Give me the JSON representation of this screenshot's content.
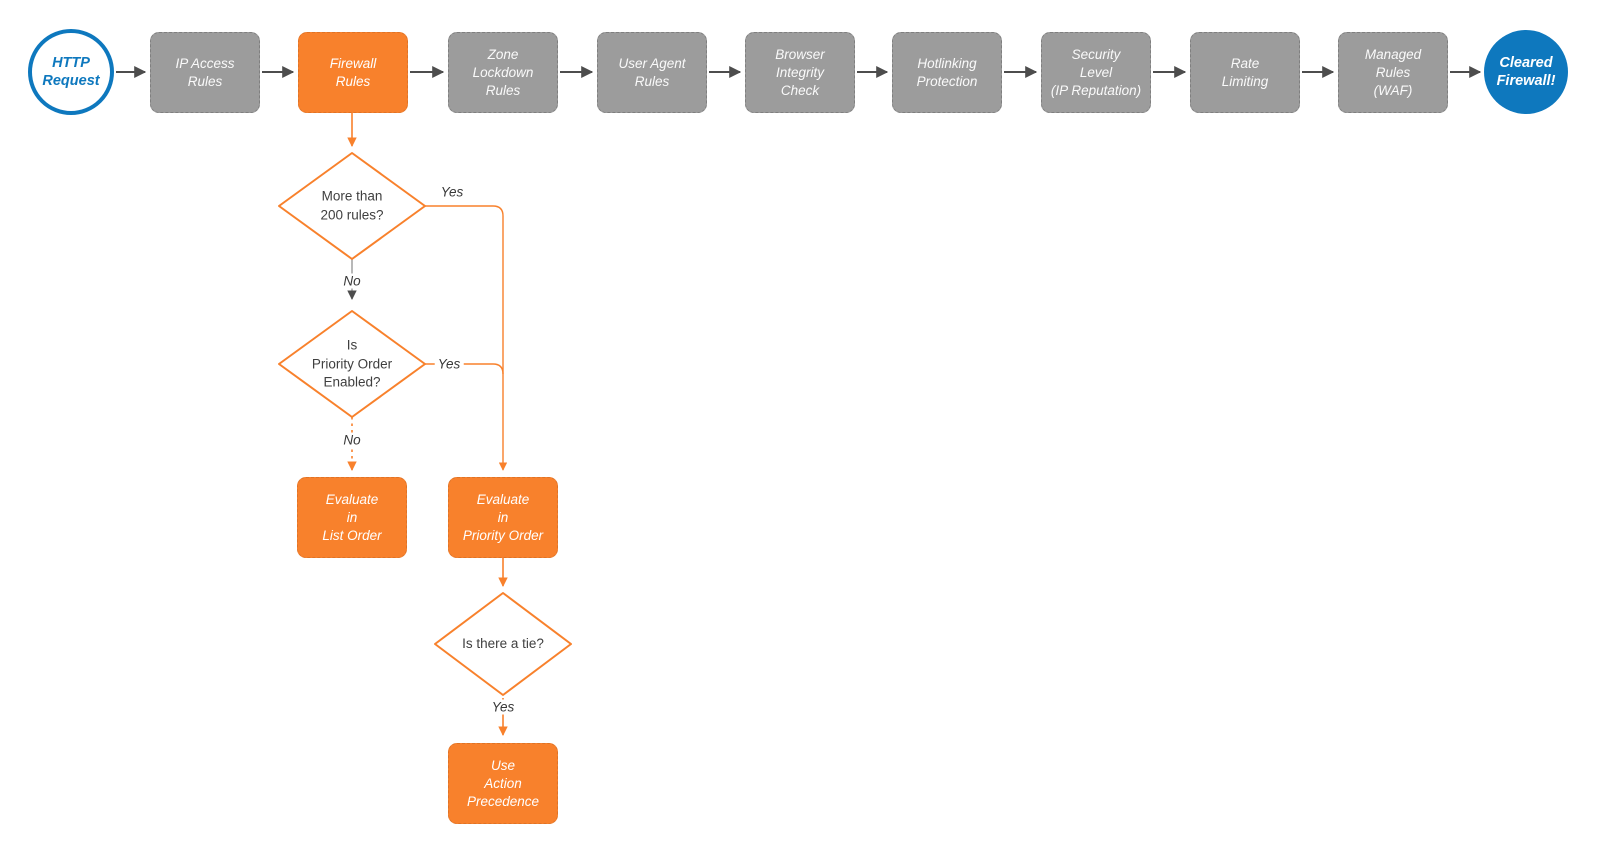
{
  "colors": {
    "orange": "#F8812C",
    "gray_node": "#9C9C9C",
    "blue": "#0E78BE",
    "connector_gray": "#4D4D4D",
    "connector_light_gray": "#A6A6A6",
    "text_dark": "#3F3F3F",
    "background": "#FFFFFF"
  },
  "pipeline": {
    "start": {
      "label": "HTTP\nRequest"
    },
    "stages": [
      {
        "label": "IP Access\nRules"
      },
      {
        "label": "Firewall\nRules"
      },
      {
        "label": "Zone\nLockdown\nRules"
      },
      {
        "label": "User Agent\nRules"
      },
      {
        "label": "Browser\nIntegrity\nCheck"
      },
      {
        "label": "Hotlinking\nProtection"
      },
      {
        "label": "Security\nLevel\n(IP Reputation)"
      },
      {
        "label": "Rate\nLimiting"
      },
      {
        "label": "Managed\nRules\n(WAF)"
      }
    ],
    "end": {
      "label": "Cleared\nFirewall!"
    }
  },
  "decision_flow": {
    "d1": {
      "label": "More than\n200 rules?",
      "yes_label": "Yes",
      "no_label": "No"
    },
    "d2": {
      "label": "Is\nPriority Order\nEnabled?",
      "yes_label": "Yes",
      "no_label": "No"
    },
    "d3": {
      "label": "Is there a tie?",
      "yes_label": "Yes"
    },
    "evaluate_list": {
      "label": "Evaluate\nin\nList Order"
    },
    "evaluate_priority": {
      "label": "Evaluate\nin\nPriority Order"
    },
    "action_precedence": {
      "label": "Use\nAction\nPrecedence"
    }
  }
}
